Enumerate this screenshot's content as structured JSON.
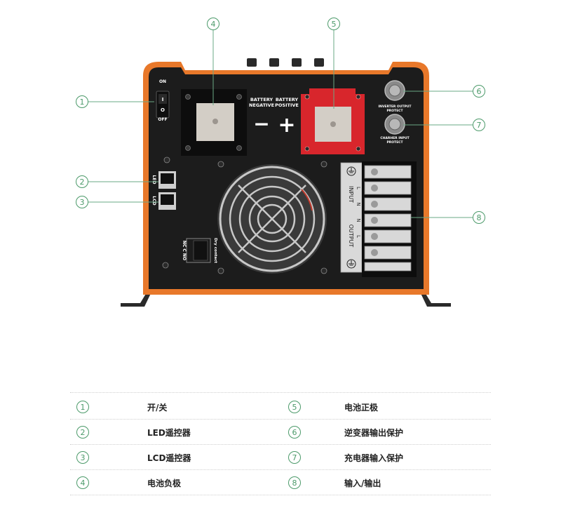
{
  "panel": {
    "switch_on": "ON",
    "switch_off": "OFF",
    "switch_one": "I",
    "switch_zero": "O",
    "battery_negative_line1": "BATTERY",
    "battery_negative_line2": "NEGATIVE",
    "battery_positive_line1": "BATTERY",
    "battery_positive_line2": "POSITIVE",
    "minus_sign": "−",
    "plus_sign": "+",
    "led_port": "LED",
    "lcd_port": "LCD",
    "dry_contact_pins": "NC  C  NO",
    "dry_contact_label": "Dry contact",
    "inverter_protect_line1": "INVERTER OUTPUT",
    "inverter_protect_line2": "PROTECT",
    "charger_protect_line1": "CHARHER INPUT",
    "charger_protect_line2": "PROTECT",
    "terminal_input": "INPUT",
    "terminal_output": "OUTPUT",
    "terminal_pins": [
      "L",
      "N",
      "N",
      "L"
    ],
    "colors": {
      "body": "#1c1c1c",
      "frame": "#e8782a",
      "positive_block": "#d8262c"
    }
  },
  "callouts": [
    "1",
    "2",
    "3",
    "4",
    "5",
    "6",
    "7",
    "8"
  ],
  "legend": [
    {
      "num": "1",
      "text": "开/关"
    },
    {
      "num": "2",
      "text": "LED遥控器"
    },
    {
      "num": "3",
      "text": "LCD遥控器"
    },
    {
      "num": "4",
      "text": "电池负极"
    },
    {
      "num": "5",
      "text": "电池正极"
    },
    {
      "num": "6",
      "text": "逆变器输出保护"
    },
    {
      "num": "7",
      "text": "充电器输入保护"
    },
    {
      "num": "8",
      "text": "输入/输出"
    }
  ]
}
